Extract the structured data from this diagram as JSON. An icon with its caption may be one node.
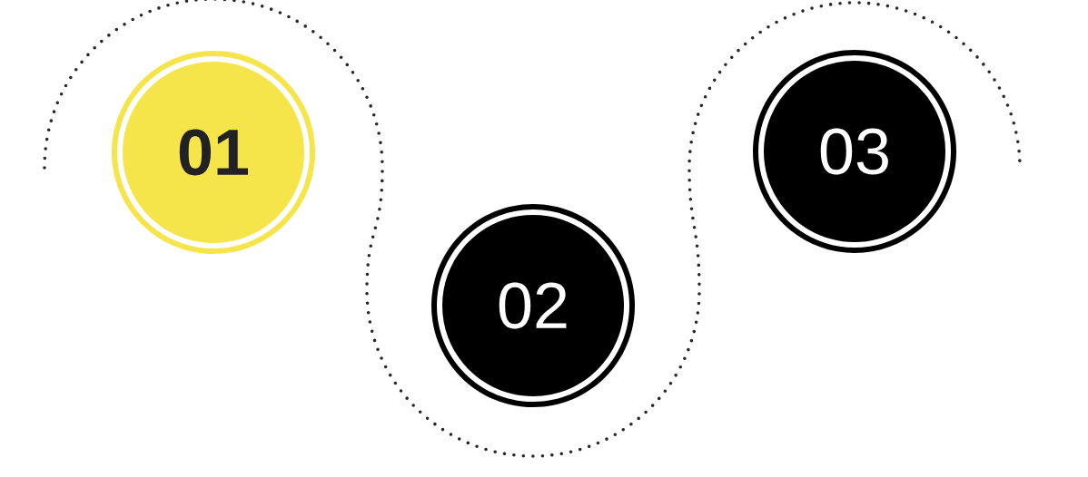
{
  "diagram": {
    "nodes": [
      {
        "text": [
          "01"
        ]
      },
      {
        "text": [
          "02"
        ]
      },
      {
        "text": [
          "03"
        ]
      }
    ]
  }
}
